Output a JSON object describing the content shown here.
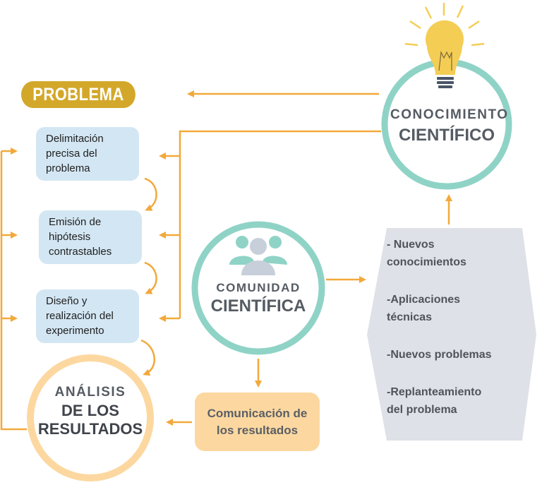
{
  "problema": {
    "label": "PROBLEMA"
  },
  "steps": [
    {
      "text": "Delimitación\nprecisa del\nproblema"
    },
    {
      "text": "Emisión de\nhipótesis\ncontrastables"
    },
    {
      "text": "Diseño y\nrealización del\nexperimento"
    }
  ],
  "conocimiento": {
    "line1": "CONOCIMIENTO",
    "line2": "CIENTÍFICO"
  },
  "comunidad": {
    "line1": "COMUNIDAD",
    "line2": "CIENTÍFICA"
  },
  "analisis": {
    "line1": "ANÁLISIS",
    "line2": "DE LOS",
    "line3": "RESULTADOS"
  },
  "comunicacion": {
    "text": "Comunicación de\nlos resultados"
  },
  "results": [
    {
      "text": "- Nuevos\nconocimientos"
    },
    {
      "text": "-Aplicaciones\ntécnicas"
    },
    {
      "text": "-Nuevos problemas"
    },
    {
      "text": "-Replanteamiento\ndel problema"
    }
  ],
  "colors": {
    "arrow": "#f2a93b",
    "teal": "#8fd3c6",
    "peach": "#fcd8a0",
    "mustard": "#d3a82a",
    "step_fill": "#d3e6f3",
    "hex_fill": "#dfe1e8",
    "bulb": "#f4cd55"
  }
}
